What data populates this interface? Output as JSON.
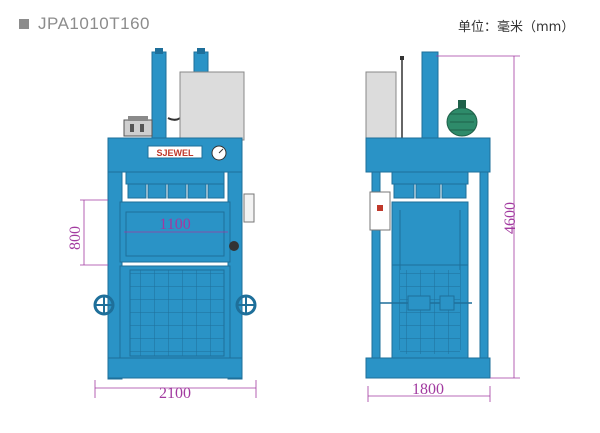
{
  "header": {
    "model": "JPA1010T160",
    "unit": "单位：毫米（mm）"
  },
  "colors": {
    "machine_blue": "#2a93c6",
    "machine_blue_dark": "#1e6f9a",
    "gray_tank": "#dcdcdc",
    "dimension_purple": "#a23aa0",
    "motor_green": "#2e8b6a"
  },
  "front_view": {
    "brand_logo": "SJEWEL",
    "dims": {
      "width": "2100",
      "height": "800",
      "chamber": "1100"
    }
  },
  "side_view": {
    "dims": {
      "width": "1800",
      "height": "4600"
    }
  }
}
